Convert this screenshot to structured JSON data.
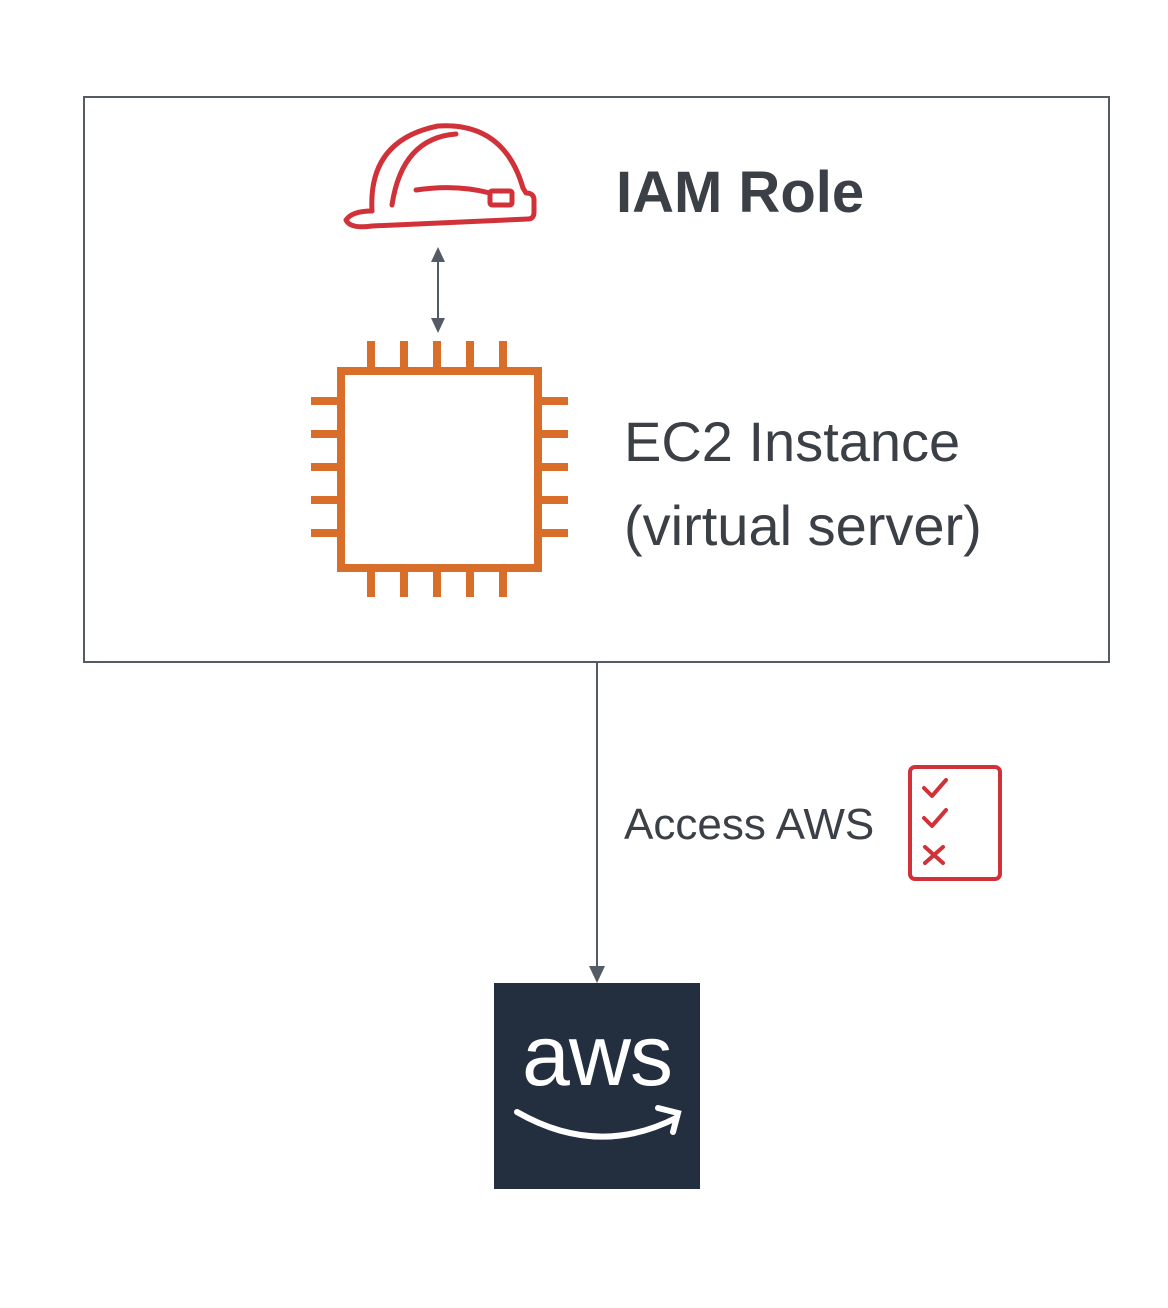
{
  "colors": {
    "border": "#545b64",
    "text": "#3b4046",
    "iam_red": "#d13239",
    "ec2_orange": "#d86e2a",
    "aws_tile": "#232f3e",
    "aws_text": "#ffffff"
  },
  "icons": {
    "iam_role": "hard-hat-icon",
    "ec2_instance": "chip-icon",
    "permissions": "checklist-icon",
    "aws": "aws-logo"
  },
  "nodes": {
    "iam_role": {
      "label": "IAM Role"
    },
    "ec2_instance": {
      "label_line1": "EC2 Instance",
      "label_line2": "(virtual server)"
    },
    "aws": {
      "wordmark": "aws"
    }
  },
  "edges": {
    "role_instance": {
      "type": "bidirectional"
    },
    "instance_aws": {
      "type": "directed",
      "label": "Access AWS"
    }
  }
}
